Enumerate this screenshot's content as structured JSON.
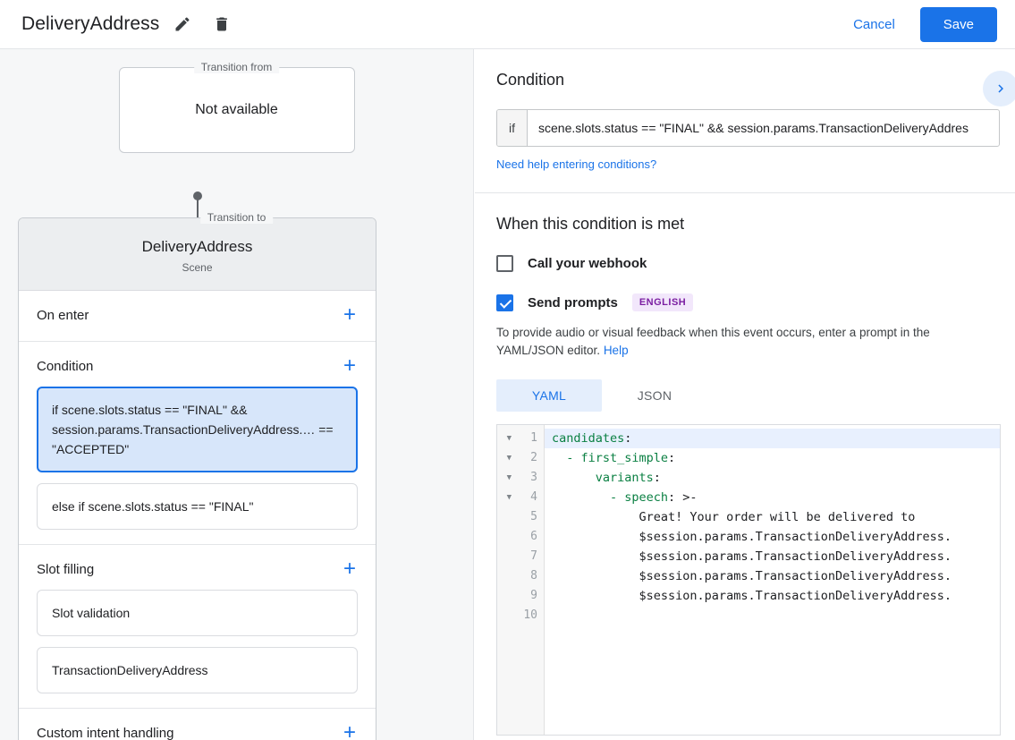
{
  "topbar": {
    "title": "DeliveryAddress",
    "edit_icon": "pencil-icon",
    "delete_icon": "trash-icon",
    "cancel_label": "Cancel",
    "save_label": "Save",
    "accent_color": "#1a73e8"
  },
  "left": {
    "transition_from": {
      "legend": "Transition from",
      "value": "Not available"
    },
    "transition_to": {
      "legend": "Transition to",
      "name": "DeliveryAddress",
      "type": "Scene"
    },
    "sections": [
      {
        "title": "On enter",
        "add": "+"
      },
      {
        "title": "Condition",
        "add": "+"
      },
      {
        "title": "Slot filling",
        "add": "+"
      },
      {
        "title": "Custom intent handling",
        "add": "+"
      }
    ],
    "conditions": [
      "if scene.slots.status == \"FINAL\" && session.params.TransactionDeliveryAddress.… == \"ACCEPTED\"",
      "else if scene.slots.status == \"FINAL\""
    ],
    "slot_filling": [
      "Slot validation",
      "TransactionDeliveryAddress"
    ]
  },
  "right": {
    "condition": {
      "heading": "Condition",
      "if_label": "if",
      "value": "scene.slots.status == \"FINAL\" && session.params.TransactionDeliveryAddres",
      "help_link": "Need help entering conditions?",
      "expand_icon": "chevron-right-icon"
    },
    "when_met": {
      "heading": "When this condition is met",
      "webhook_label": "Call your webhook",
      "webhook_checked": false,
      "prompts_label": "Send prompts",
      "prompts_checked": true,
      "language_badge": "ENGLISH",
      "description": "To provide audio or visual feedback when this event occurs, enter a prompt in the YAML/JSON editor.",
      "help_label": "Help"
    },
    "tabs": [
      {
        "label": "YAML",
        "active": true
      },
      {
        "label": "JSON",
        "active": false
      }
    ],
    "editor": {
      "lines": [
        {
          "num": "1",
          "fold": true,
          "highlight": true,
          "key": "candidates",
          "rest": ":"
        },
        {
          "num": "2",
          "fold": true,
          "highlight": false,
          "key": "  - first_simple",
          "rest": ":"
        },
        {
          "num": "3",
          "fold": true,
          "highlight": false,
          "key": "      variants",
          "rest": ":"
        },
        {
          "num": "4",
          "fold": true,
          "highlight": false,
          "key": "        - speech",
          "rest": ": >-"
        },
        {
          "num": "5",
          "fold": false,
          "highlight": false,
          "key": "",
          "rest": "            Great! Your order will be delivered to"
        },
        {
          "num": "6",
          "fold": false,
          "highlight": false,
          "key": "",
          "rest": "            $session.params.TransactionDeliveryAddress."
        },
        {
          "num": "7",
          "fold": false,
          "highlight": false,
          "key": "",
          "rest": "            $session.params.TransactionDeliveryAddress."
        },
        {
          "num": "8",
          "fold": false,
          "highlight": false,
          "key": "",
          "rest": "            $session.params.TransactionDeliveryAddress."
        },
        {
          "num": "9",
          "fold": false,
          "highlight": false,
          "key": "",
          "rest": "            $session.params.TransactionDeliveryAddress."
        },
        {
          "num": "10",
          "fold": false,
          "highlight": false,
          "key": "",
          "rest": ""
        }
      ]
    }
  }
}
